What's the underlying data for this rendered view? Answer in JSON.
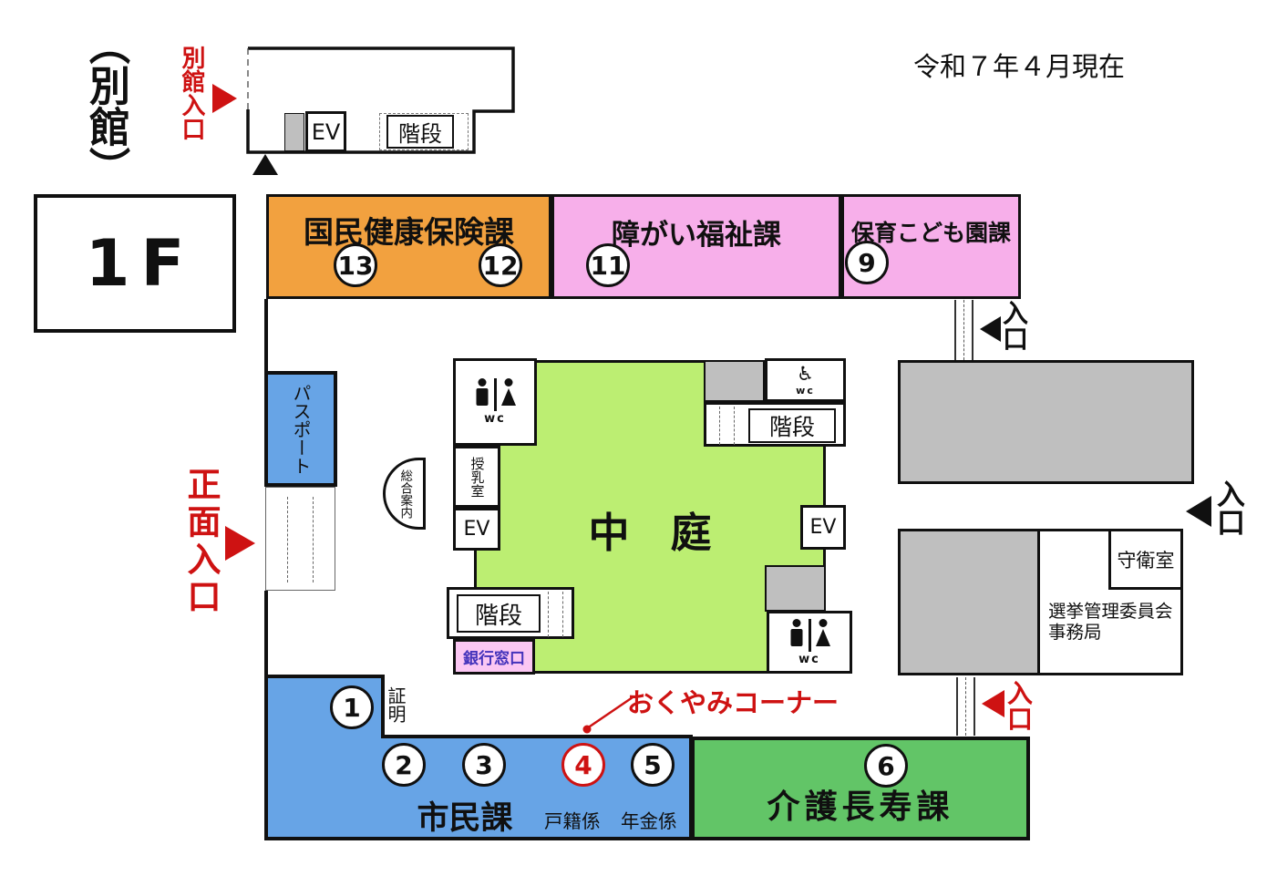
{
  "header": {
    "floor": "1F",
    "date_note": "令和７年４月現在"
  },
  "annex": {
    "title": "（別館）",
    "entrance": "別館入口"
  },
  "entrances": {
    "main": "正面入口",
    "generic": "入口"
  },
  "top_row": {
    "insurance": {
      "name": "国民健康保険課",
      "c13": "13",
      "c12": "12"
    },
    "disability": {
      "name": "障がい福祉課",
      "c11": "11"
    },
    "childcare": {
      "name": "保育こども園課",
      "c9": "9"
    }
  },
  "bottom_row": {
    "citizens": {
      "name": "市民課",
      "c1": "1",
      "c2": "2",
      "c3": "3",
      "c4": "4",
      "c5": "5",
      "cert": "証明",
      "family_register": "戸籍係",
      "pension": "年金係"
    },
    "care": {
      "name": "介護長寿課",
      "c6": "6"
    },
    "okuyami": "おくやみコーナー"
  },
  "facilities": {
    "courtyard": "中　庭",
    "stairs": "階段",
    "ev": "EV",
    "wc": "wc",
    "accessible_icon": "♿",
    "nursing_room": "授乳室",
    "information": "総合案内",
    "bank_counter": "銀行窓口",
    "guard_room": "守衛室",
    "election_line1": "選挙管理委員会",
    "election_line2": "事務局",
    "passport": "パスポート"
  },
  "colors": {
    "orange": "#F2A13F",
    "pink": "#F7AFEA",
    "courtyard_green": "#BCEE72",
    "department_green": "#62C567",
    "department_blue": "#67A4E6",
    "gray": "#BFBFBF",
    "bank_pink": "#FBC7F3",
    "bank_text": "#4433BB",
    "accent_red": "#CE1212"
  }
}
